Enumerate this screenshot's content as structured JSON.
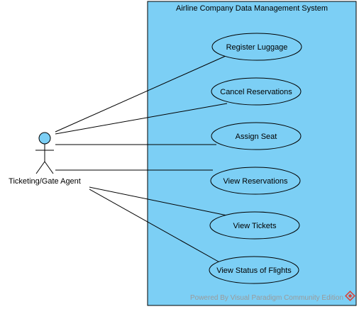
{
  "system": {
    "title": "Airline Company Data Management System",
    "fill": "#7ccff5",
    "border": "#000000"
  },
  "actor": {
    "label": "Ticketing/Gate Agent",
    "head_fill": "#7ccff5"
  },
  "use_cases": [
    {
      "label": "Register Luggage"
    },
    {
      "label": "Cancel Reservations"
    },
    {
      "label": "Assign Seat"
    },
    {
      "label": "View Reservations"
    },
    {
      "label": "View Tickets"
    },
    {
      "label": "View Status of Flights"
    }
  ],
  "watermark": {
    "text": "Powered By  Visual Paradigm Community Edition",
    "logo_icon": "visual-paradigm-logo-icon",
    "logo_color": "#d9443a"
  }
}
